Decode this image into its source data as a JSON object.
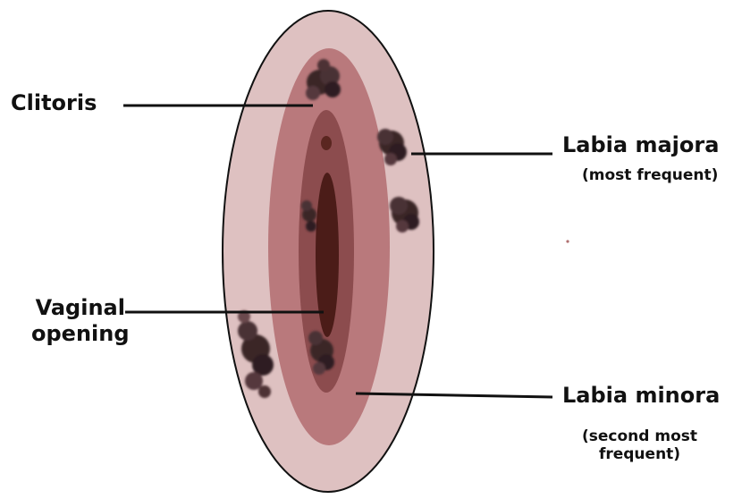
{
  "labels": {
    "clitoris": "Clitoris",
    "labia_majora": "Labia majora",
    "labia_majora_note": "(most frequent)",
    "vaginal_opening_line1": "Vaginal",
    "vaginal_opening_line2": "opening",
    "labia_minora": "Labia minora",
    "labia_minora_note_line1": "(second most",
    "labia_minora_note_line2": "frequent)"
  },
  "colors": {
    "outer_region": "#dec1c1",
    "labia_minora_region": "#b9797c",
    "inner_region": "#8c4c4e",
    "opening": "#4b1c18",
    "lesion": "#3a2528",
    "outline": "#111111",
    "leader_line": "#111111"
  }
}
